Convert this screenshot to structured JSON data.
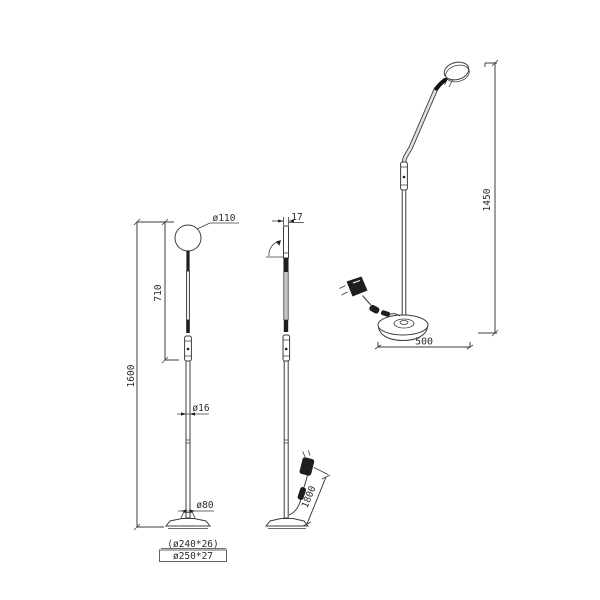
{
  "drawing": {
    "type": "technical-dimension-drawing",
    "subject": "floor lamp, three views",
    "colors": {
      "line": "#3c3c3c",
      "fill_dark": "#1e1e1e",
      "fill_gray": "#c6c6c6",
      "background": "#ffffff"
    },
    "front_view": {
      "head_diameter": "ø110",
      "upper_section_height": "710",
      "total_height": "1600",
      "pole_diameter": "ø16",
      "base_cover_diameter": "ø80",
      "base_note_1": "(ø240*26)",
      "base_note_2": "ø250*27"
    },
    "side_view": {
      "head_thickness": "17",
      "cable_length": "1800"
    },
    "perspective_view": {
      "lamp_height": "1450",
      "base_diameter": "500"
    }
  }
}
